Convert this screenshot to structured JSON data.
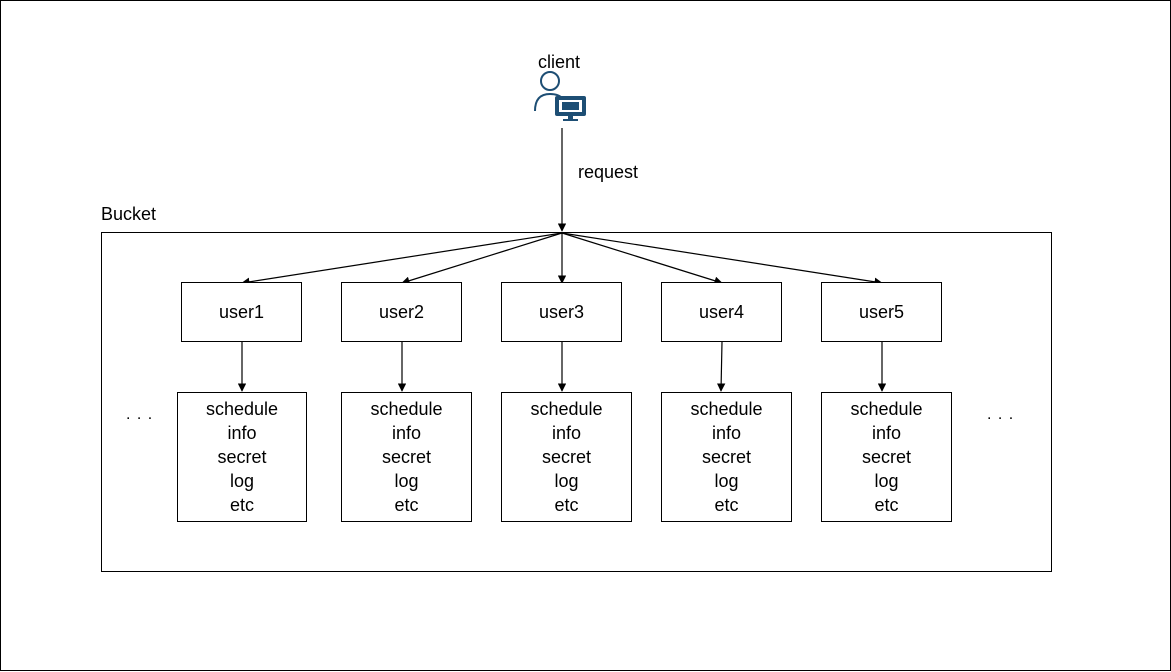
{
  "client": {
    "label": "client",
    "icon": "user-computer-icon"
  },
  "request_label": "request",
  "bucket": {
    "label": "Bucket"
  },
  "users": [
    {
      "name": "user1",
      "items": [
        "schedule",
        "info",
        "secret",
        "log",
        "etc"
      ]
    },
    {
      "name": "user2",
      "items": [
        "schedule",
        "info",
        "secret",
        "log",
        "etc"
      ]
    },
    {
      "name": "user3",
      "items": [
        "schedule",
        "info",
        "secret",
        "log",
        "etc"
      ]
    },
    {
      "name": "user4",
      "items": [
        "schedule",
        "info",
        "secret",
        "log",
        "etc"
      ]
    },
    {
      "name": "user5",
      "items": [
        "schedule",
        "info",
        "secret",
        "log",
        "etc"
      ]
    }
  ],
  "ellipsis_left": ". . .",
  "ellipsis_right": ". . .",
  "colors": {
    "icon_blue": "#1d4e74",
    "line": "#000000"
  }
}
